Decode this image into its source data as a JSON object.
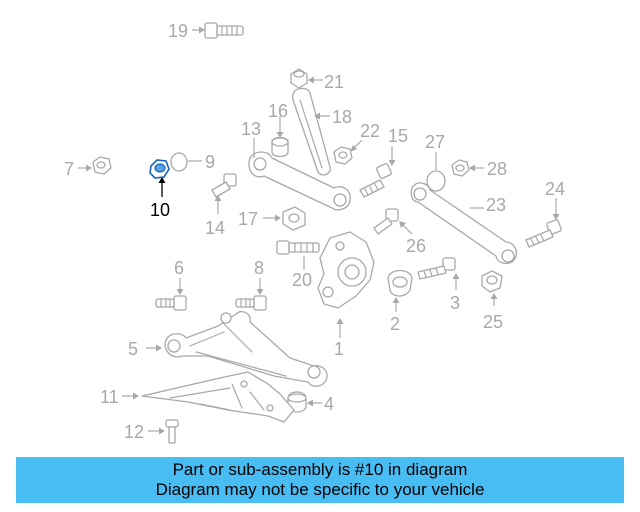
{
  "diagram": {
    "callouts": {
      "c1": "1",
      "c2": "2",
      "c3": "3",
      "c4": "4",
      "c5": "5",
      "c6": "6",
      "c7": "7",
      "c8": "8",
      "c9": "9",
      "c10": "10",
      "c11": "11",
      "c12": "12",
      "c13": "13",
      "c14": "14",
      "c15": "15",
      "c16": "16",
      "c17": "17",
      "c18": "18",
      "c19": "19",
      "c20": "20",
      "c21": "21",
      "c22": "22",
      "c23": "23",
      "c24": "24",
      "c25": "25",
      "c26": "26",
      "c27": "27",
      "c28": "28"
    },
    "highlighted_part": "10",
    "colors": {
      "parts": "#a8a8a8",
      "highlight": "#1565c0",
      "banner": "#48bdf4"
    }
  },
  "banner": {
    "line1": "Part or sub-assembly is #10 in diagram",
    "line2": "Diagram may not be specific to your vehicle"
  }
}
